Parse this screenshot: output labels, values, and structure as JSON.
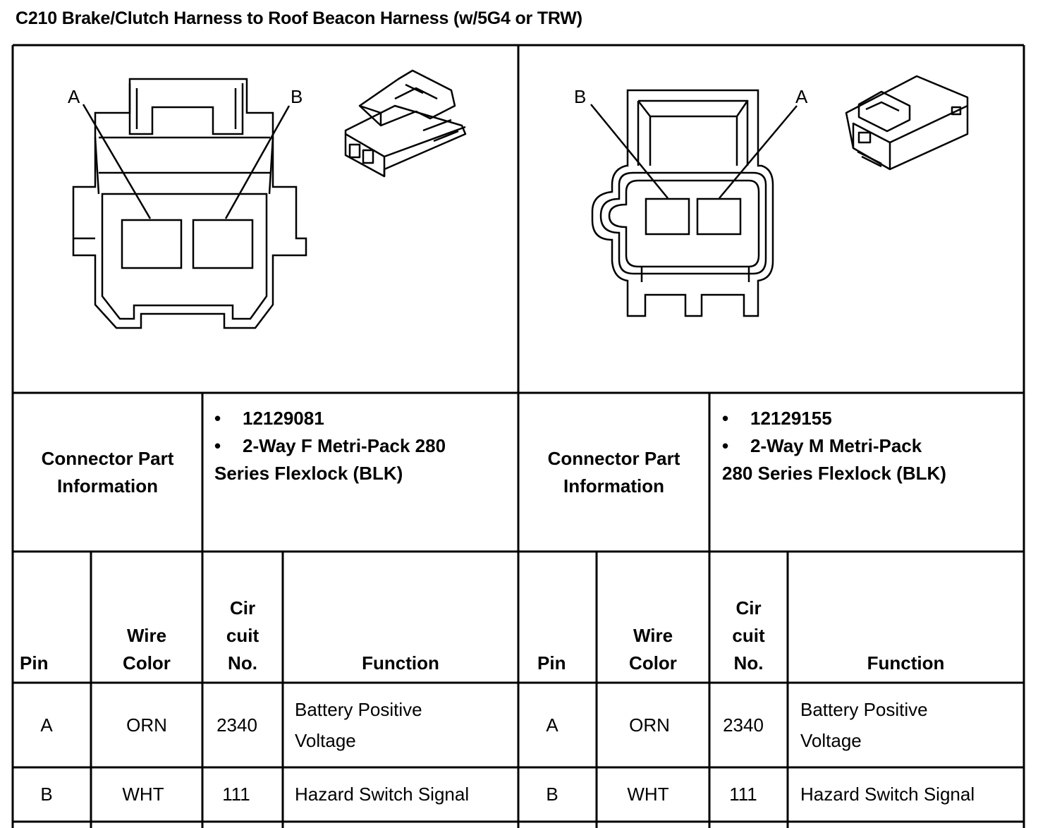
{
  "title": "C210 Brake/Clutch Harness to Roof Beacon Harness (w/5G4 or TRW)",
  "left": {
    "pin_labels": [
      "A",
      "B"
    ],
    "info_label": "Connector Part Information",
    "part_number": "12129081",
    "description_line1": "2-Way F Metri-Pack 280",
    "description_line2": "Series Flexlock (BLK)",
    "headers": {
      "pin": "Pin",
      "wire_color": "Wire Color",
      "circuit": "Cir cuit No.",
      "function": "Function"
    },
    "rows": [
      {
        "pin": "A",
        "wire_color": "ORN",
        "circuit": "2340",
        "function": "Battery Positive Voltage"
      },
      {
        "pin": "B",
        "wire_color": "WHT",
        "circuit": "111",
        "function": "Hazard Switch Signal"
      }
    ]
  },
  "right": {
    "pin_labels": [
      "B",
      "A"
    ],
    "info_label": "Connector Part Information",
    "part_number": "12129155",
    "description_line1": "2-Way M Metri-Pack",
    "description_line2": "280 Series Flexlock (BLK)",
    "headers": {
      "pin": "Pin",
      "wire_color": "Wire Color",
      "circuit": "Cir cuit No.",
      "function": "Function"
    },
    "rows": [
      {
        "pin": "A",
        "wire_color": "ORN",
        "circuit": "2340",
        "function": "Battery Positive Voltage"
      },
      {
        "pin": "B",
        "wire_color": "WHT",
        "circuit": "111",
        "function": "Hazard Switch Signal"
      }
    ]
  }
}
